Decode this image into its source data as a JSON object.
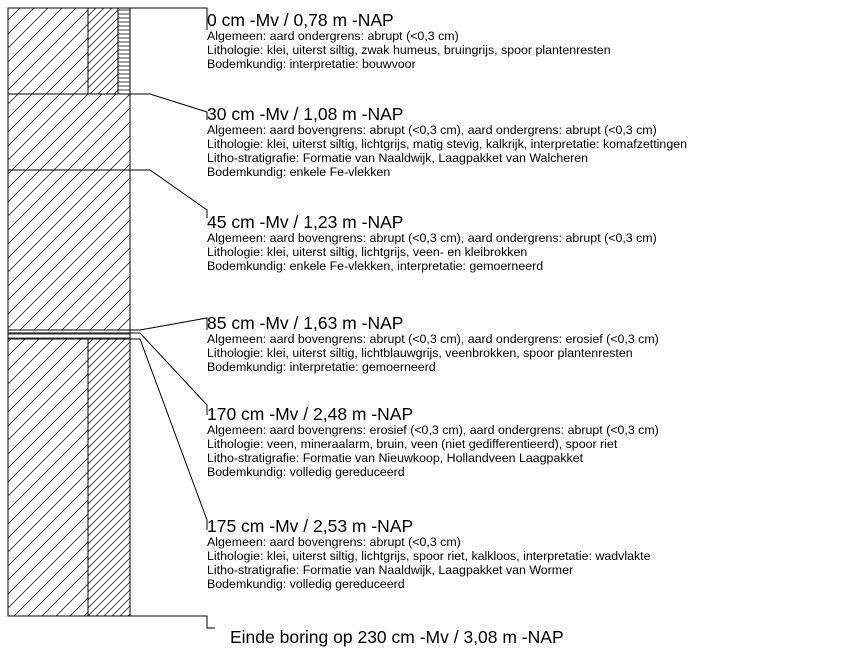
{
  "layers": [
    {
      "header": "0 cm -Mv / 0,78 m -NAP",
      "lines": [
        "Algemeen: aard ondergrens: abrupt (<0,3 cm)",
        "Lithologie: klei, uiterst siltig, zwak humeus, bruingrijs, spoor plantenresten",
        "Bodemkundig: interpretatie: bouwvoor"
      ]
    },
    {
      "header": "30 cm -Mv / 1,08 m -NAP",
      "lines": [
        "Algemeen: aard bovengrens: abrupt (<0,3 cm), aard ondergrens: abrupt (<0,3 cm)",
        "Lithologie: klei, uiterst siltig, lichtgrijs, matig stevig, kalkrijk, interpretatie: komafzettingen",
        "Litho-stratigrafie: Formatie van Naaldwijk, Laagpakket van Walcheren",
        "Bodemkundig: enkele Fe-vlekken"
      ]
    },
    {
      "header": "45 cm -Mv / 1,23 m -NAP",
      "lines": [
        "Algemeen: aard bovengrens: abrupt (<0,3 cm), aard ondergrens: abrupt (<0,3 cm)",
        "Lithologie: klei, uiterst siltig, lichtgrijs, veen- en kleibrokken",
        "Bodemkundig: enkele Fe-vlekken, interpretatie: gemoerneerd"
      ]
    },
    {
      "header": "85 cm -Mv / 1,63 m -NAP",
      "lines": [
        "Algemeen: aard bovengrens: abrupt (<0,3 cm), aard ondergrens: erosief (<0,3 cm)",
        "Lithologie: klei, uiterst siltig, lichtblauwgrijs, veenbrokken, spoor plantenresten",
        "Bodemkundig: interpretatie: gemoerneerd"
      ]
    },
    {
      "header": "170 cm -Mv / 2,48 m -NAP",
      "lines": [
        "Algemeen: aard bovengrens: erosief (<0,3 cm), aard ondergrens: abrupt (<0,3 cm)",
        "Lithologie: veen, mineraalarm, bruin, veen (niet gedifferentieerd), spoor riet",
        "Litho-stratigrafie: Formatie van Nieuwkoop, Hollandveen Laagpakket",
        "Bodemkundig: volledig gereduceerd"
      ]
    },
    {
      "header": "175 cm -Mv / 2,53 m -NAP",
      "lines": [
        "Algemeen: aard bovengrens: abrupt (<0,3 cm)",
        "Lithologie: klei, uiterst siltig, lichtgrijs, spoor riet, kalkloos, interpretatie: wadvlakte",
        "Litho-stratigrafie: Formatie van Naaldwijk, Laagpakket van Wormer",
        "Bodemkundig: volledig gereduceerd"
      ]
    }
  ],
  "end_text": "Einde boring op 230 cm -Mv / 3,08 m -NAP"
}
